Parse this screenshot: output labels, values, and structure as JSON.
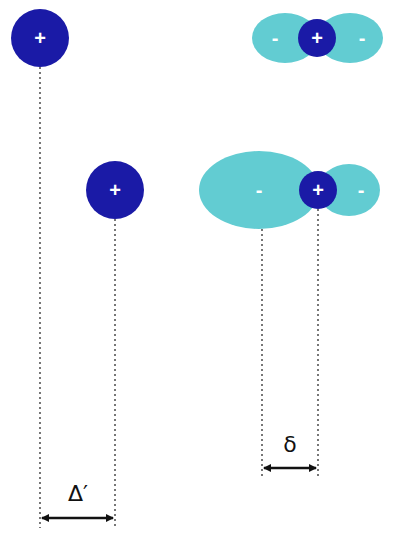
{
  "diagram": {
    "nodes": [
      {
        "text": [
          "+"
        ]
      },
      {
        "text": [
          "-"
        ]
      },
      {
        "text": [
          "+"
        ]
      },
      {
        "text": [
          "-"
        ]
      },
      {
        "text": [
          "+"
        ]
      },
      {
        "text": [
          "-"
        ]
      },
      {
        "text": [
          "+"
        ]
      },
      {
        "text": [
          "-"
        ]
      }
    ],
    "labels": [
      "Δ′",
      "δ"
    ]
  }
}
